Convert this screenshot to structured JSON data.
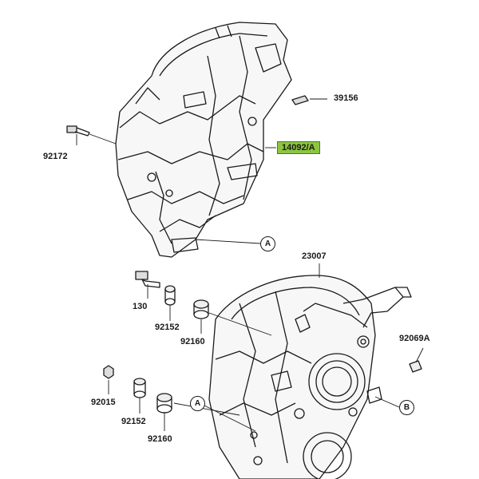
{
  "parts": {
    "p39156": "39156",
    "p14092A": "14092/A",
    "p92172": "92172",
    "p23007": "23007",
    "p130": "130",
    "p92152a": "92152",
    "p92160a": "92160",
    "p92069A": "92069A",
    "p92015": "92015",
    "p92152b": "92152",
    "p92160b": "92160"
  },
  "refs": {
    "A_top": "A",
    "A_bottom": "A",
    "B": "B"
  },
  "colors": {
    "highlight": "#8cc63f",
    "line": "#1a1a1a"
  }
}
